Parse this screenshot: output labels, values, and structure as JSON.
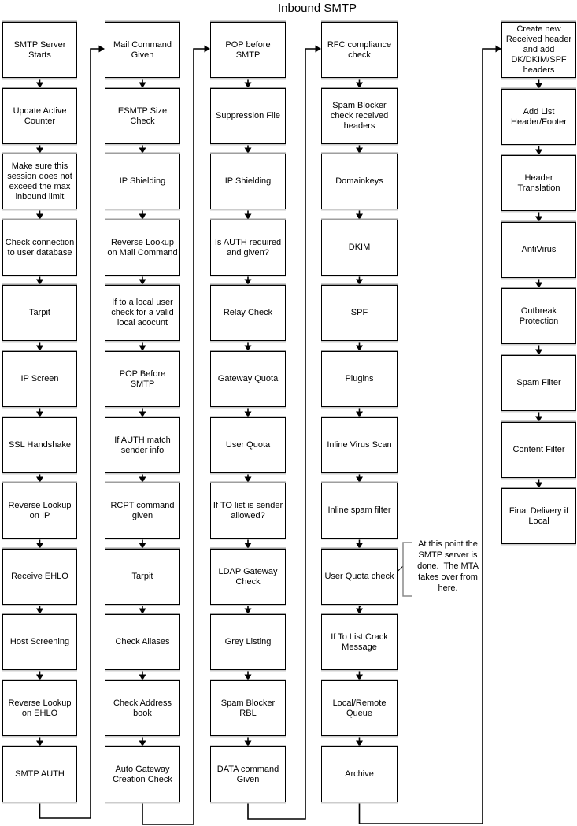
{
  "title": "Inbound SMTP",
  "columns": [
    {
      "name": "column-1",
      "boxes": [
        "SMTP Server Starts",
        "Update Active Counter",
        "Make sure this session does not exceed the max inbound limit",
        "Check connection to user database",
        "Tarpit",
        "IP Screen",
        "SSL Handshake",
        "Reverse Lookup on IP",
        "Receive EHLO",
        "Host Screening",
        "Reverse Lookup on EHLO",
        "SMTP AUTH"
      ]
    },
    {
      "name": "column-2",
      "boxes": [
        "Mail Command Given",
        "ESMTP Size Check",
        "IP Shielding",
        "Reverse Lookup on Mail Command",
        "If to a local user check for a valid local acocunt",
        "POP Before SMTP",
        "If AUTH match sender info",
        "RCPT command given",
        "Tarpit",
        "Check Aliases",
        "Check Address book",
        "Auto Gateway Creation Check"
      ]
    },
    {
      "name": "column-3",
      "boxes": [
        "POP before SMTP",
        "Suppression File",
        "IP Shielding",
        "Is AUTH required and given?",
        "Relay Check",
        "Gateway Quota",
        "User Quota",
        "If TO list is sender allowed?",
        "LDAP Gateway Check",
        "Grey Listing",
        "Spam Blocker RBL",
        "DATA command Given"
      ]
    },
    {
      "name": "column-4",
      "boxes": [
        "RFC compliance check",
        "Spam Blocker check received headers",
        "Domainkeys",
        "DKIM",
        "SPF",
        "Plugins",
        "Inline Virus Scan",
        "Inline spam filter",
        "User Quota check",
        "If To List Crack Message",
        "Local/Remote Queue",
        "Archive"
      ]
    },
    {
      "name": "column-5",
      "boxes": [
        "Create new Received header and add DK/DKIM/SPF headers",
        "Add List Header/Footer",
        "Header Translation",
        "AntiVirus",
        "Outbreak Protection",
        "Spam Filter",
        "Content Filter",
        "Final Delivery if Local"
      ]
    }
  ],
  "annotation": {
    "lines": [
      "At this point the",
      "SMTP server is",
      "done.  The MTA",
      "takes over from",
      "here."
    ]
  },
  "colors": {
    "background": "#ffffff",
    "box_background": "#ffffff",
    "line": "#000000",
    "text": "#000000",
    "box_shadow_top": "#9e9e9e",
    "box_shadow_bottom": "#cccccc",
    "bracket": "#8a8a8a"
  }
}
